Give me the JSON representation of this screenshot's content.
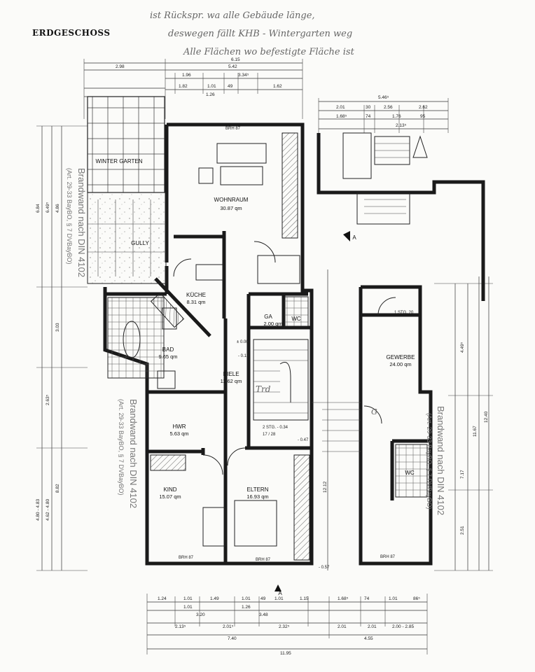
{
  "title": "ERDGESCHOSS",
  "handwritten_note": [
    "ist Rückspr. wa alle Gebäude länge,",
    "deswegen fällt KHB - Wintergarten weg",
    "Alle Flächen wo befestigte Fläche ist"
  ],
  "rooms": {
    "wintergarten": {
      "name": "WINTER GARTEN"
    },
    "wohnraum": {
      "name": "WOHNRAUM",
      "area": "30.87 qm"
    },
    "kueche": {
      "name": "KÜCHE",
      "area": "8.31 qm"
    },
    "bad": {
      "name": "BAD",
      "area": "9.65 qm"
    },
    "diele": {
      "name": "DIELE",
      "area": "11.62 qm"
    },
    "hwr": {
      "name": "HWR",
      "area": "5.63 qm"
    },
    "kind": {
      "name": "KIND",
      "area": "15.07 qm"
    },
    "eltern": {
      "name": "ELTERN",
      "area": "16.93 qm"
    },
    "gewerbe": {
      "name": "GEWERBE",
      "area": "24.00 qm"
    },
    "wc": {
      "name": "WC"
    },
    "ga": {
      "name": "GA",
      "area": "2.00 qm"
    },
    "gully": {
      "name": "GULLY"
    }
  },
  "annotations": {
    "brandwand_left_1": "Brandwand nach DIN 4102",
    "brandwand_left_1b": "(Art. 29-33 BayBO, § 7 DVBayBO)",
    "brandwand_left_2": "Brandwand nach DIN 4102",
    "brandwand_left_2b": "(Art. 29-33 BayBO, § 7 DVBayBO)",
    "brandwand_right": "Brandwand nach DIN 4102",
    "brandwand_right_b": "(Art. 29-33 BayBO, § 7 DVBayBO)",
    "brh_top": "BRH 87",
    "brh_kind": "BRH 87",
    "brh_eltern": "BRH 87",
    "brh_gewerbe": "BRH 87",
    "stg1": "1 STG. 20",
    "stg2": "2 STG. - 0.34",
    "stg2b": "17 / 28",
    "plus000": "± 0.00",
    "minus013": "- 0.13",
    "minus047": "- 0.47",
    "minus057": "- 0.57",
    "sec_a_top": "A",
    "sec_a_bottom": "A",
    "hw_trd": "Trd",
    "hw_g": "G"
  },
  "dims_top": {
    "d615": "6.15",
    "d542": "5.42",
    "d298": "2.98",
    "d196": "1.96",
    "d3345": "3.34⁵",
    "d182": "1.82",
    "d126a": "1.26",
    "d101": "1.01",
    "d49": "49",
    "d162": "1.62",
    "d5465": "5.46⁵",
    "d201": "2.01",
    "d30": "30",
    "d256": "2.56",
    "d262": "2.62",
    "d2135": "2.13⁵",
    "d176": "1.76",
    "d95": "95",
    "d1685": "1.68⁵",
    "d74": "74"
  },
  "dims_bottom": {
    "b124": "1.24",
    "b101a": "1.01",
    "b101b": "1.01",
    "b149": "1.49",
    "b101c": "1.01",
    "b49": "49",
    "b101d": "1.01",
    "b115": "1.15",
    "b1685": "1.68⁵",
    "b74": "74",
    "b101e": "1.01",
    "b865": "86⁵",
    "b320": "3.20",
    "b126a": "1.26",
    "b348": "3.48",
    "b2135": "2.13⁵",
    "b2015": "2.01⁵",
    "b2325": "2.32⁵",
    "b201a": "2.01",
    "b201b": "2.01",
    "b200": "2.00 - 2.85",
    "b740": "7.40",
    "b455": "4.55",
    "b1195": "11.95"
  },
  "dims_left": {
    "l684": "6.84",
    "l6495": "6.49⁵",
    "l486": "4.86",
    "l3035": "3.03",
    "l2635": "2.63⁵",
    "l882": "8.82",
    "l480": "4.80 - 4.83",
    "l462": "4.62 - 4.80"
  },
  "dims_right": {
    "r1167": "11.67",
    "r1240": "12.40",
    "r4495": "4.49⁵",
    "r717": "7.17",
    "r251": "2.51",
    "r1212": "12.12"
  }
}
